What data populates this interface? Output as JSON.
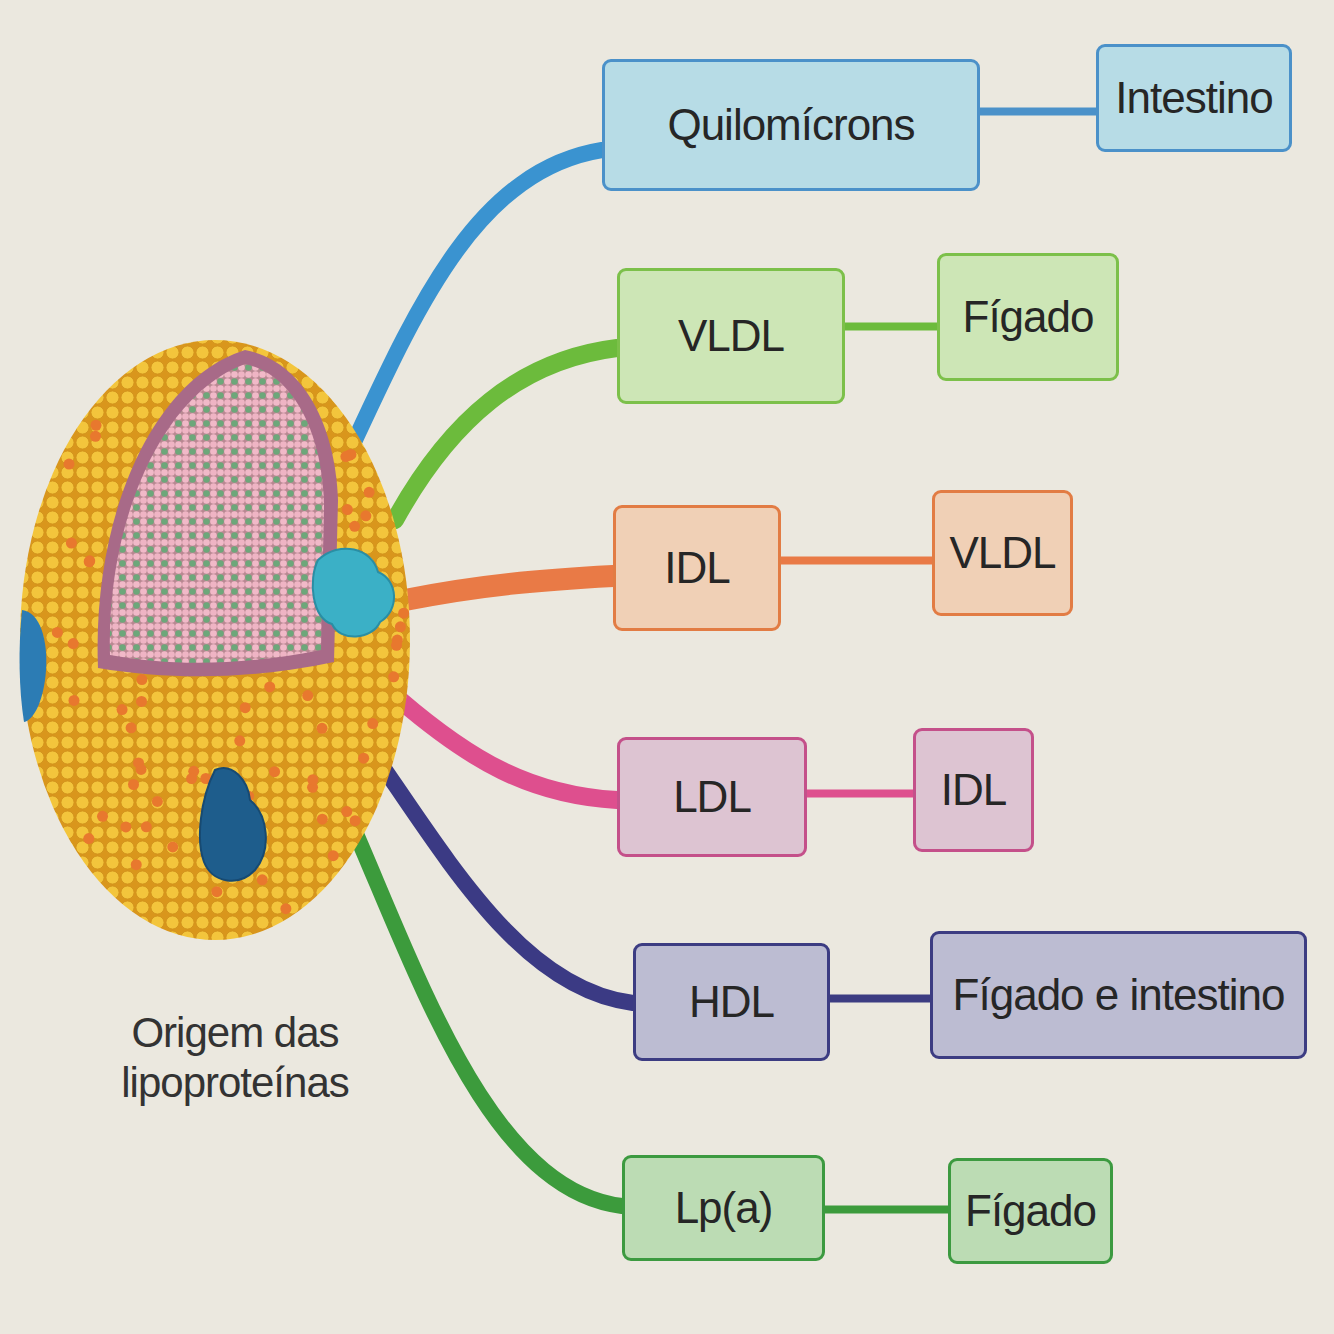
{
  "diagram": {
    "nodes": [
      {
        "text": [
          "Quilomícrons"
        ]
      },
      {
        "text": [
          "Intestino"
        ]
      },
      {
        "text": [
          "VLDL"
        ]
      },
      {
        "text": [
          "Fígado"
        ]
      },
      {
        "text": [
          "IDL"
        ]
      },
      {
        "text": [
          "VLDL"
        ]
      },
      {
        "text": [
          "LDL"
        ]
      },
      {
        "text": [
          "IDL"
        ]
      },
      {
        "text": [
          "HDL"
        ]
      },
      {
        "text": [
          "Fígado e intestino"
        ]
      },
      {
        "text": [
          "Lp(a)"
        ]
      },
      {
        "text": [
          "Fígado"
        ]
      }
    ],
    "edges": [
      {
        "from": 0,
        "to": 1,
        "arrow": "none"
      },
      {
        "from": 2,
        "to": 3,
        "arrow": "none"
      },
      {
        "from": 4,
        "to": 5,
        "arrow": "none"
      },
      {
        "from": 6,
        "to": 7,
        "arrow": "none"
      },
      {
        "from": 8,
        "to": 9,
        "arrow": "none"
      },
      {
        "from": 10,
        "to": 11,
        "arrow": "none"
      }
    ],
    "labels": [
      "Origem das lipoproteínas"
    ]
  }
}
